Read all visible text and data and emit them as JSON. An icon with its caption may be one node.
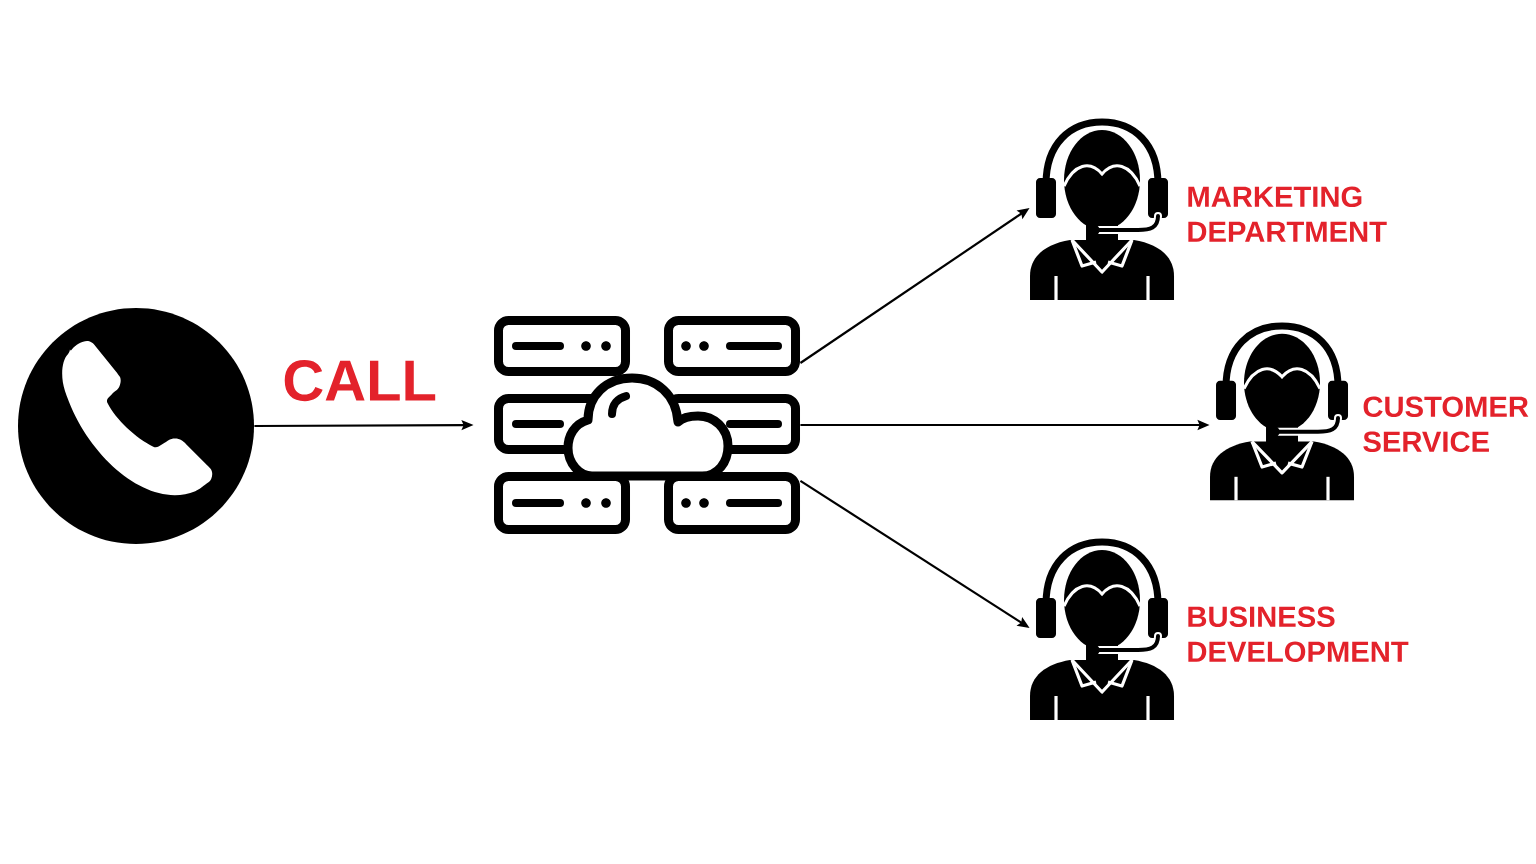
{
  "diagram": {
    "nodes": [
      {
        "text": [],
        "shape": "picture"
      },
      {
        "text": [],
        "shape": "picture"
      },
      {
        "text": [],
        "shape": "picture",
        "beside": [
          "MARKETING DEPARTMENT"
        ]
      },
      {
        "text": [],
        "shape": "picture",
        "beside": [
          "CUSTOMER SERVICE"
        ]
      },
      {
        "text": [],
        "shape": "picture",
        "beside": [
          "BUSINESS DEVELOPMENT"
        ]
      }
    ],
    "edges": [
      {
        "from": 0,
        "to": 1,
        "arrow": "to",
        "label": "CALL"
      },
      {
        "from": 1,
        "to": 2,
        "arrow": "to"
      },
      {
        "from": 1,
        "to": 3,
        "arrow": "to"
      },
      {
        "from": 1,
        "to": 4,
        "arrow": "to"
      }
    ]
  }
}
